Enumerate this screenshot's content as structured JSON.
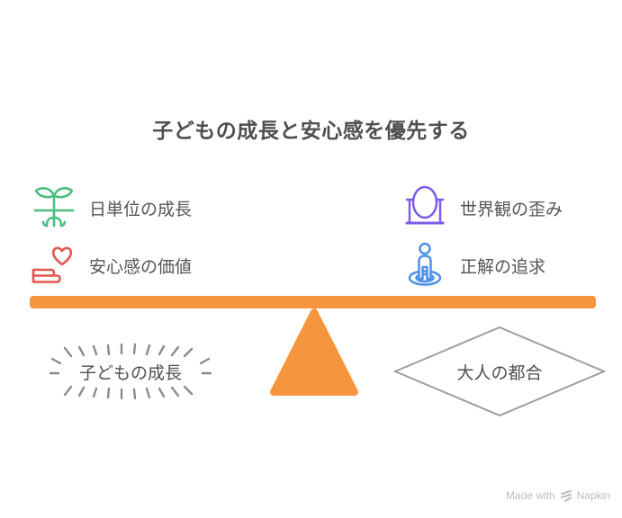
{
  "title": "子どもの成長と安心感を優先する",
  "colors": {
    "orange": "#F5953E",
    "green": "#4CBE7E",
    "red": "#E2574E",
    "purple": "#7C5CE8",
    "blue": "#4D8FE8",
    "text": "#4F4F4F",
    "gray": "#9E9E9E",
    "ray": "#8C8C8C",
    "footer": "#BDBDBD"
  },
  "left_items": [
    {
      "icon": "sprout-icon",
      "label": "日単位の成長"
    },
    {
      "icon": "hand-heart-icon",
      "label": "安心感の価値"
    }
  ],
  "right_items": [
    {
      "icon": "mirror-icon",
      "label": "世界観の歪み"
    },
    {
      "icon": "person-target-icon",
      "label": "正解の追求"
    }
  ],
  "scale": {
    "left_label": "子どもの成長",
    "right_label": "大人の都合"
  },
  "footer": {
    "made_with": "Made with",
    "brand": "Napkin",
    "logo_icon": "napkin-logo-icon"
  }
}
